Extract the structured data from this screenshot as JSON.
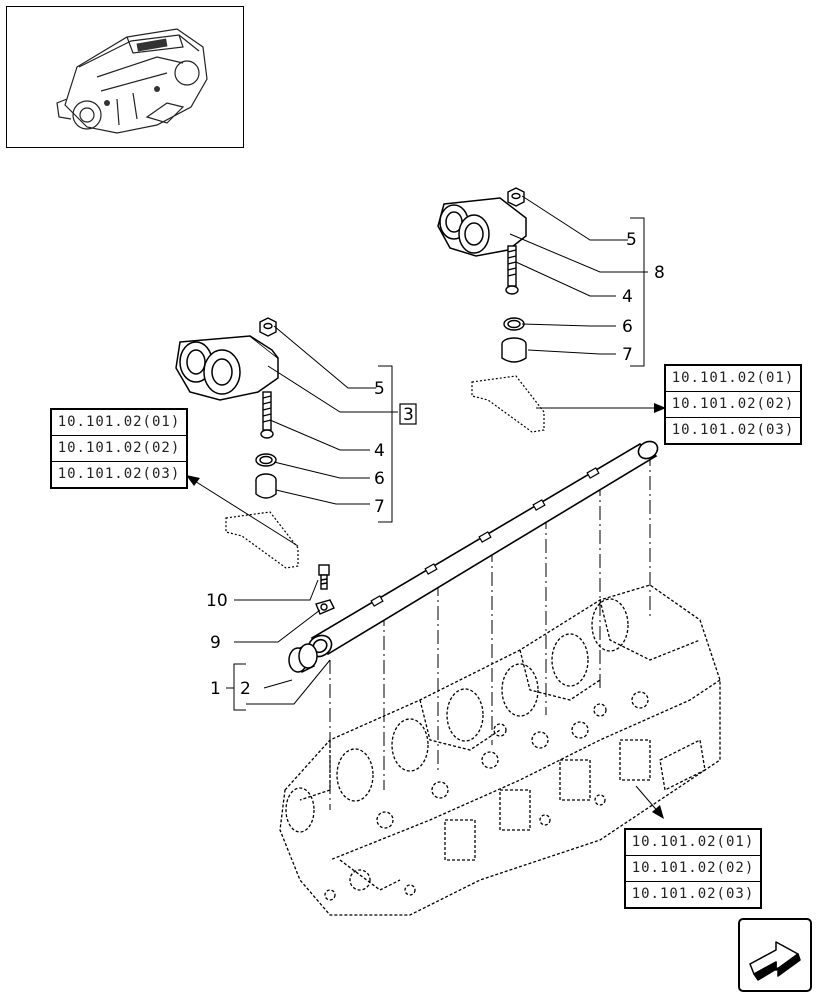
{
  "thumbnail": {
    "icon": "engine-thumbnail-icon"
  },
  "callouts": {
    "upper": {
      "c5": "5",
      "c8": "8",
      "c4": "4",
      "c6": "6",
      "c7": "7"
    },
    "lower": {
      "c5": "5",
      "c3": "3",
      "c4": "4",
      "c6": "6",
      "c7": "7"
    },
    "shaft": {
      "c10": "10",
      "c9": "9",
      "c1": "1",
      "c2": "2"
    }
  },
  "reference_groups": {
    "left": [
      "10.101.02(01)",
      "10.101.02(02)",
      "10.101.02(03)"
    ],
    "right": [
      "10.101.02(01)",
      "10.101.02(02)",
      "10.101.02(03)"
    ],
    "bottom": [
      "10.101.02(01)",
      "10.101.02(02)",
      "10.101.02(03)"
    ]
  },
  "nav": {
    "icon": "next-page-arrow-icon"
  }
}
